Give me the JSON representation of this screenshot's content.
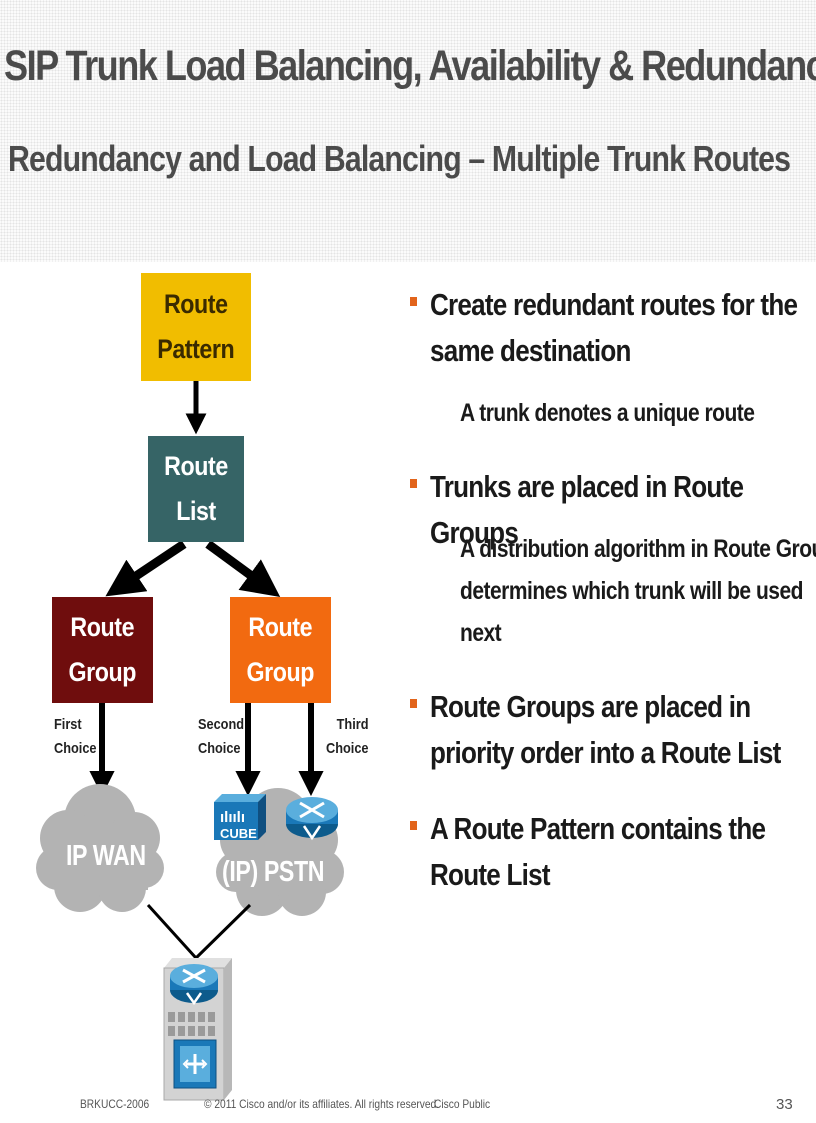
{
  "slide": {
    "title": "SIP Trunk Load Balancing, Availability & Redundancy",
    "subtitle": "Redundancy and Load Balancing – Multiple Trunk Routes"
  },
  "diagram": {
    "route_pattern": [
      "Route",
      "Pattern"
    ],
    "route_list": [
      "Route",
      "List"
    ],
    "route_group_1": [
      "Route",
      "Group"
    ],
    "route_group_2": [
      "Route",
      "Group"
    ],
    "first_choice": [
      "First",
      "Choice"
    ],
    "second_choice": [
      "Second",
      "Choice"
    ],
    "third_choice": [
      "Third",
      "Choice"
    ],
    "cloud_ip_wan": "IP WAN",
    "cloud_pstn": "(IP) PSTN",
    "cube_label": "CUBE",
    "router_mark": "V"
  },
  "bullets": {
    "b1": "Create redundant routes for the same destination",
    "s1": "A trunk denotes a unique route",
    "b2": "Trunks are placed in Route Groups",
    "s2": "A distribution algorithm in Route Group determines which trunk will be used next",
    "b3": "Route Groups are placed in priority order into a Route List",
    "b4": "A Route Pattern contains the Route List"
  },
  "footer": {
    "session": "BRKUCC-2006",
    "copyright": "© 2011 Cisco and/or its affiliates. All rights reserved.",
    "classification": "Cisco Public",
    "page": "33"
  },
  "colors": {
    "route_pattern": "#f1bd00",
    "route_list": "#366466",
    "route_group_1": "#6f0d0d",
    "route_group_2": "#f26a10",
    "bullet": "#e2641b",
    "cloud": "#b3b3b3",
    "cisco_device": "#1a78b8"
  }
}
